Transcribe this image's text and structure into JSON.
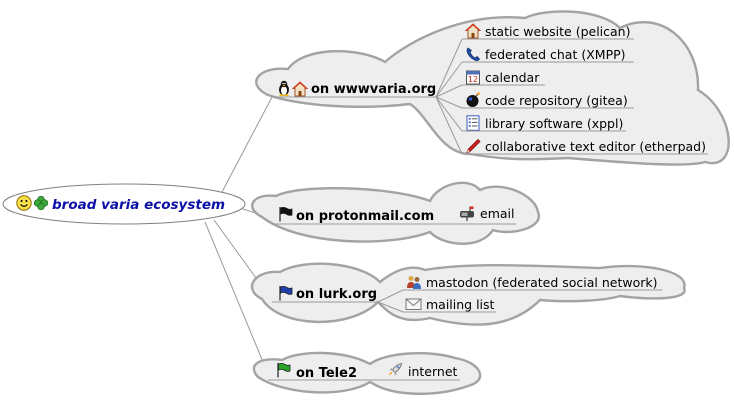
{
  "root": {
    "label": "broad varia ecosystem",
    "icons": [
      "smiley-icon",
      "clover-icon"
    ]
  },
  "branches": [
    {
      "label": "on wwwvaria.org",
      "icons": [
        "linux-penguin-icon",
        "home-icon"
      ],
      "children": [
        {
          "label": "static website (pelican)",
          "icon": "home-icon"
        },
        {
          "label": "federated chat (XMPP)",
          "icon": "phone-icon"
        },
        {
          "label": "calendar",
          "icon": "calendar-icon"
        },
        {
          "label": "code repository (gitea)",
          "icon": "bomb-icon"
        },
        {
          "label": "library software (xppl)",
          "icon": "list-icon"
        },
        {
          "label": "collaborative text editor (etherpad)",
          "icon": "pencil-icon"
        }
      ]
    },
    {
      "label": "on protonmail.com",
      "icons": [
        "black-flag-icon"
      ],
      "children": [
        {
          "label": "email",
          "icon": "mailbox-icon"
        }
      ]
    },
    {
      "label": "on lurk.org",
      "icons": [
        "blue-flag-icon"
      ],
      "children": [
        {
          "label": "mastodon (federated social network)",
          "icon": "people-icon"
        },
        {
          "label": "mailing list",
          "icon": "envelope-icon"
        }
      ]
    },
    {
      "label": "on Tele2",
      "icons": [
        "green-flag-icon"
      ],
      "children": [
        {
          "label": "internet",
          "icon": "rocket-icon"
        }
      ]
    }
  ],
  "colors": {
    "cloud_fill": "#eeeeee",
    "cloud_stroke": "#a3a3a3",
    "root_text": "#0b10a8",
    "edge": "#9a9a9a"
  }
}
